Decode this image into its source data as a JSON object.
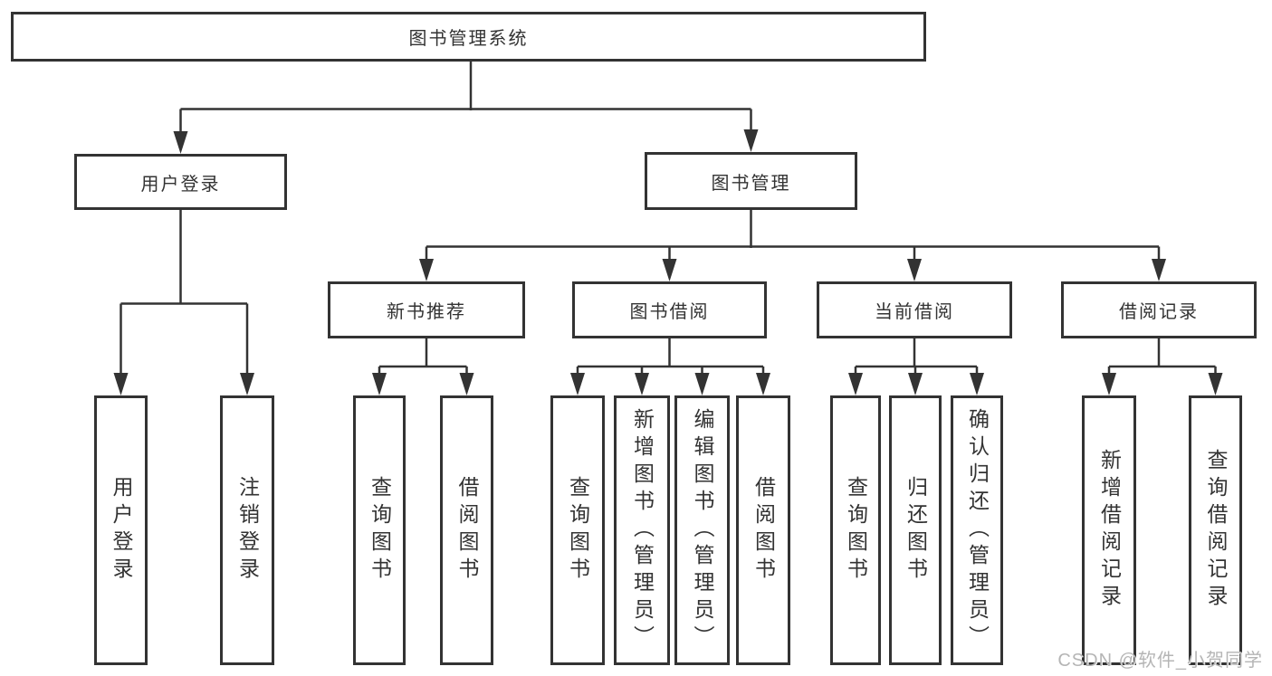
{
  "diagram": {
    "root": {
      "label": "图书管理系统"
    },
    "branches": [
      {
        "label": "用户登录",
        "children": [
          {
            "label": "用户登录"
          },
          {
            "label": "注销登录"
          }
        ]
      },
      {
        "label": "图书管理",
        "groups": [
          {
            "label": "新书推荐",
            "children": [
              {
                "label": "查询图书"
              },
              {
                "label": "借阅图书"
              }
            ]
          },
          {
            "label": "图书借阅",
            "children": [
              {
                "label": "查询图书"
              },
              {
                "label": "新增图书（管理员）"
              },
              {
                "label": "编辑图书（管理员）"
              },
              {
                "label": "借阅图书"
              }
            ]
          },
          {
            "label": "当前借阅",
            "children": [
              {
                "label": "查询图书"
              },
              {
                "label": "归还图书"
              },
              {
                "label": "确认归还（管理员）"
              }
            ]
          },
          {
            "label": "借阅记录",
            "children": [
              {
                "label": "新增借阅记录"
              },
              {
                "label": "查询借阅记录"
              }
            ]
          }
        ]
      }
    ]
  },
  "watermark": {
    "text": "CSDN @软件_小贺同学"
  },
  "colors": {
    "line": "#333333",
    "text": "#333333",
    "box_background": "#ffffff",
    "watermark": "#b5b5b5"
  }
}
